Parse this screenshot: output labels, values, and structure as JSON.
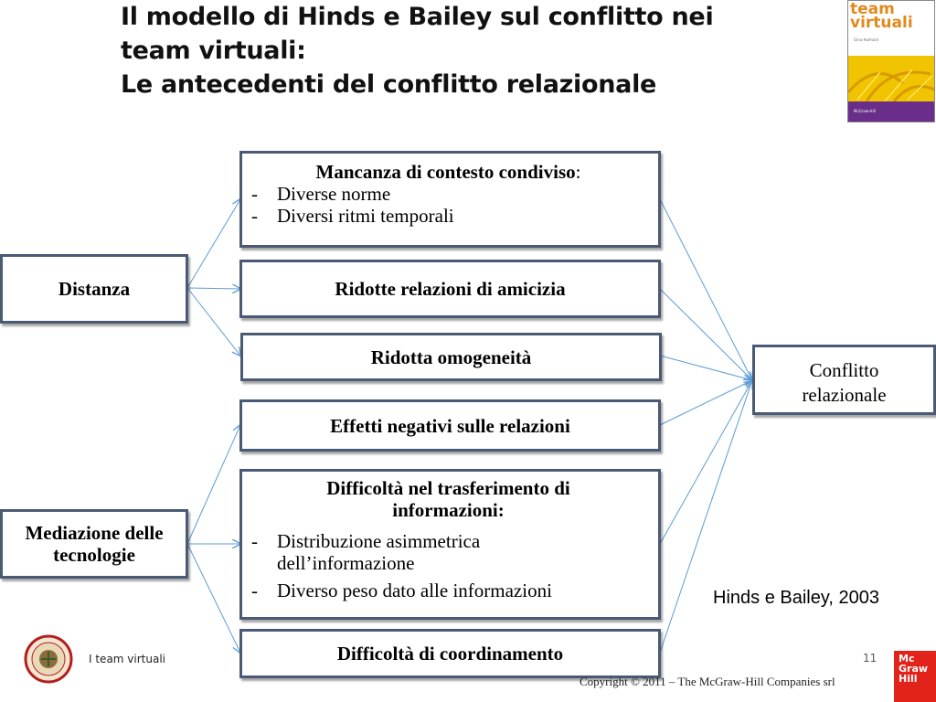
{
  "title": {
    "line1": "Il modello di Hinds e Bailey sul conflitto nei",
    "line2": "team virtuali:",
    "line3": "Le antecedenti del conflitto relazionale"
  },
  "book_cover": {
    "title_line1": "team",
    "title_line2": "virtuali",
    "author": "Gina Hulmani",
    "publisher": "McGraw-Hill"
  },
  "diagram": {
    "sources": {
      "distanza": "Distanza",
      "mediazione": "Mediazione delle tecnologie"
    },
    "factors": {
      "contesto": {
        "heading": "Mancanza di contesto condiviso",
        "heading_suffix": ":",
        "items": [
          "Diverse norme",
          "Diversi ritmi temporali"
        ]
      },
      "amicizia": "Ridotte relazioni di amicizia",
      "omogeneita": "Ridotta omogeneità",
      "effetti": "Effetti negativi sulle relazioni",
      "trasferimento": {
        "heading": "Difficoltà nel trasferimento di informazioni:",
        "items": [
          "Distribuzione asimmetrica dell’informazione",
          "Diverso peso dato alle informazioni"
        ]
      },
      "coordinamento": "Difficoltà di coordinamento"
    },
    "outcome": "Conflitto relazionale",
    "connector_color": "#5b9bd5",
    "box_border_color": "#4a5a74"
  },
  "citation": "Hinds e Bailey, 2003",
  "footer": {
    "left_text": "I team virtuali",
    "page_number": "11",
    "copyright": "Copyright © 2011 – The McGraw-Hill Companies srl",
    "logo_lines": [
      "Mc",
      "Graw",
      "Hill"
    ]
  }
}
